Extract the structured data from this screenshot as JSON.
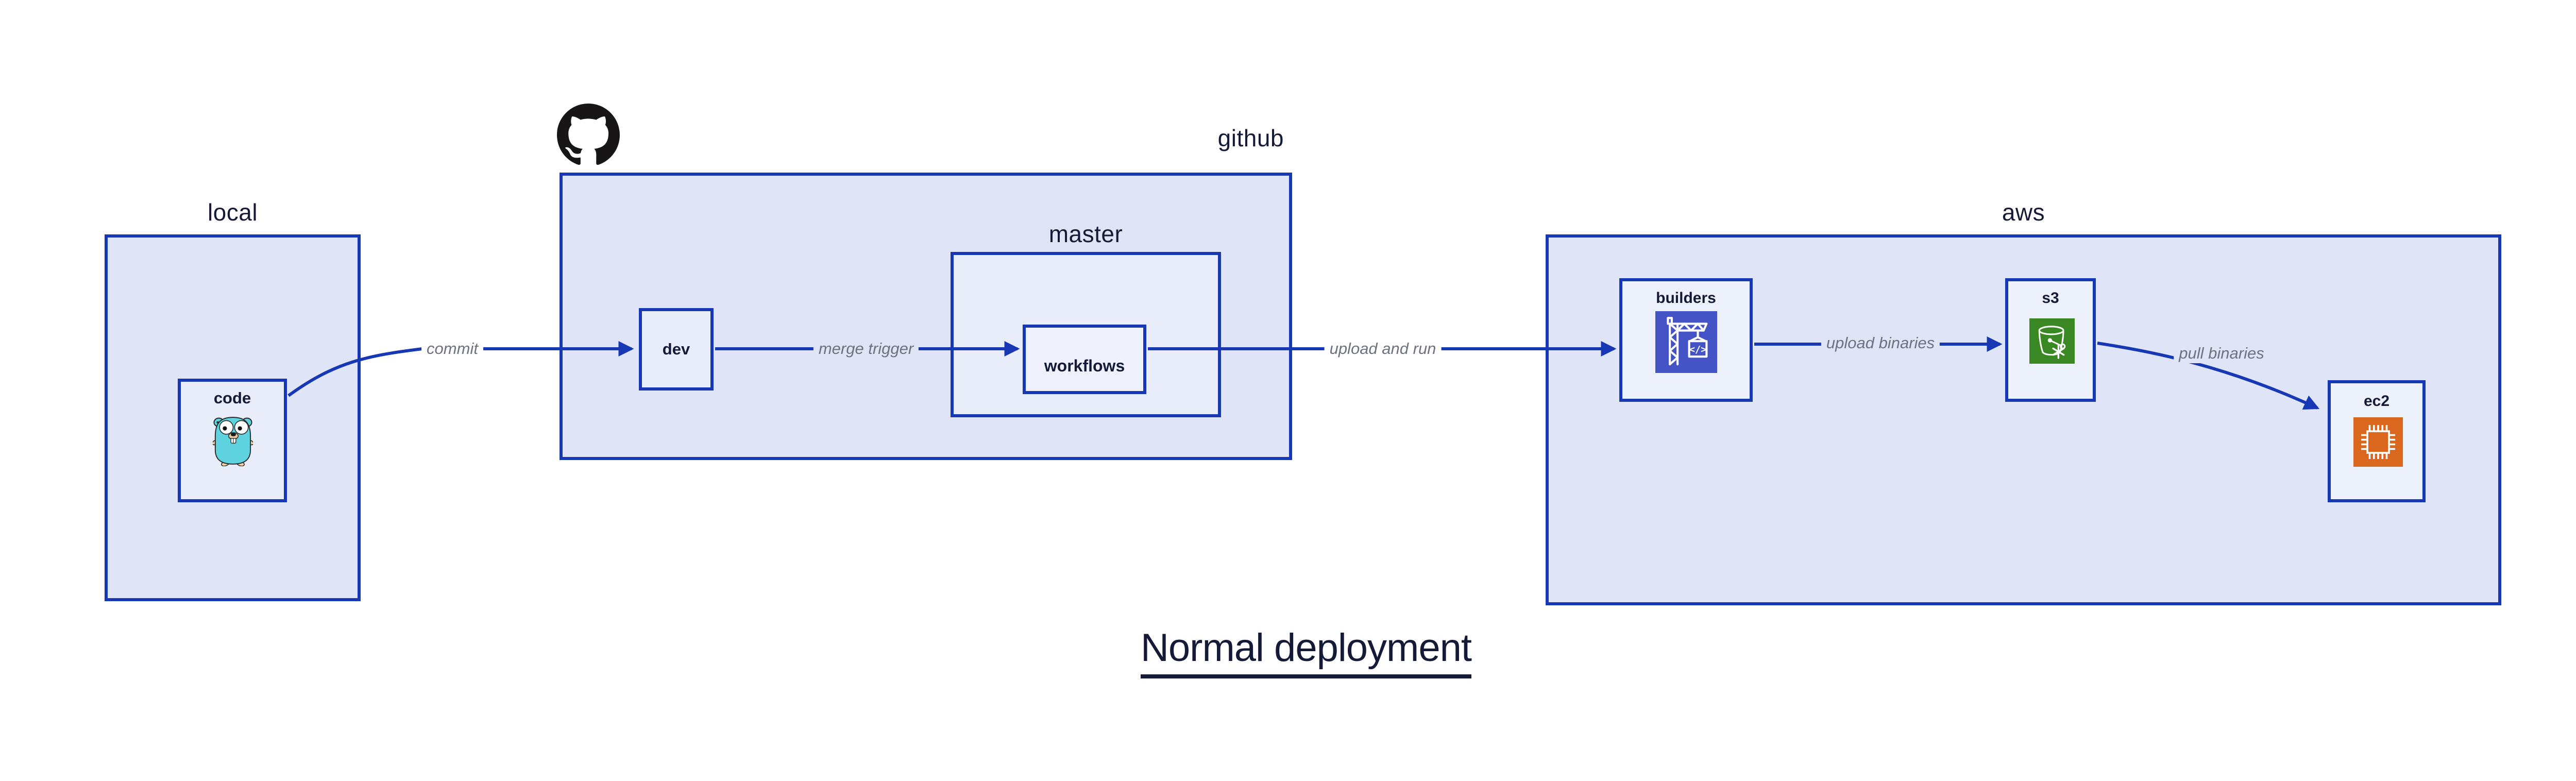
{
  "title": "Normal deployment",
  "groups": {
    "local": {
      "label": "local"
    },
    "github": {
      "label": "github",
      "logo_icon": "github-octocat-icon"
    },
    "master": {
      "label": "master"
    },
    "aws": {
      "label": "aws"
    }
  },
  "nodes": {
    "code": {
      "label": "code",
      "icon": "go-gopher-icon"
    },
    "dev": {
      "label": "dev"
    },
    "workflows": {
      "label": "workflows"
    },
    "builders": {
      "label": "builders",
      "icon": "codebuild-crane-icon",
      "icon_color": "#4453c6"
    },
    "s3": {
      "label": "s3",
      "icon": "s3-bucket-icon",
      "icon_color": "#3a8824"
    },
    "ec2": {
      "label": "ec2",
      "icon": "ec2-chip-icon",
      "icon_color": "#d9671d"
    }
  },
  "edges": [
    {
      "id": "commit",
      "label": "commit",
      "from": "code",
      "to": "dev"
    },
    {
      "id": "merge-trigger",
      "label": "merge trigger",
      "from": "dev",
      "to": "workflows"
    },
    {
      "id": "upload-and-run",
      "label": "upload and run",
      "from": "workflows",
      "to": "builders"
    },
    {
      "id": "upload-binaries",
      "label": "upload binaries",
      "from": "builders",
      "to": "s3"
    },
    {
      "id": "pull-binaries",
      "label": "pull binaries",
      "from": "s3",
      "to": "ec2"
    }
  ],
  "colors": {
    "border_and_arrow_blue": "#1638b5",
    "group_fill": "#dfe4f7",
    "node_fill": "#e9edfa",
    "inner_node_fill": "#eff2fc",
    "text_navy": "#151a36",
    "edge_label_gray": "#6d7280",
    "gopher_teal": "#5ed2de",
    "codebuild_purple": "#4453c6",
    "s3_green": "#3a8824",
    "ec2_orange": "#d9671d",
    "octocat_black": "#171515",
    "background": "#ffffff"
  }
}
